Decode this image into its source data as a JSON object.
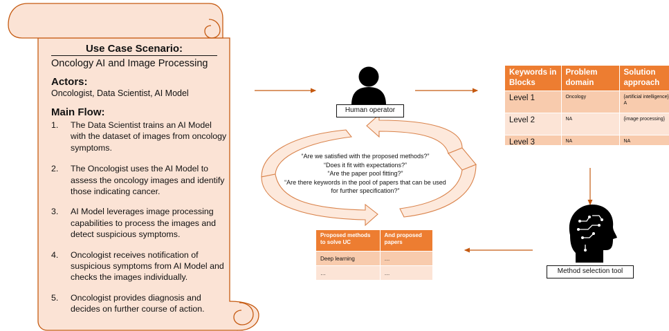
{
  "scenario": {
    "title": "Use Case Scenario:",
    "subtitle": "Oncology AI and Image Processing",
    "actors_heading": "Actors:",
    "actors": "Oncologist, Data Scientist, AI Model",
    "flow_heading": "Main Flow:",
    "flow": [
      {
        "num": "1.",
        "text": "The Data Scientist trains an AI Model with the dataset of images from oncology symptoms."
      },
      {
        "num": "2.",
        "text": "The Oncologist uses the AI Model to assess the oncology images and identify those indicating cancer."
      },
      {
        "num": "3.",
        "text": "AI Model leverages image processing capabilities to process the images and detect suspicious symptoms."
      },
      {
        "num": "4.",
        "text": "Oncologist receives notification of suspicious symptoms from AI Model and checks the images individually."
      },
      {
        "num": "5.",
        "text": "Oncologist provides diagnosis and decides on further course of action."
      }
    ]
  },
  "human_operator": {
    "label": "Human operator",
    "icon": "person-icon"
  },
  "method_tool": {
    "label": "Method selection tool",
    "icon": "ai-head-icon"
  },
  "questions": [
    "“Are we satisfied with the proposed methods?”",
    "“Does it fit with expectations?”",
    "“Are the paper pool fitting?”",
    "“Are there keywords in the pool of papers that can be used for further specification?”"
  ],
  "keywords_table": {
    "headers": [
      "Keywords in Blocks",
      "Problem domain",
      "Solution approach"
    ],
    "rows": [
      [
        "Level 1",
        "Oncology",
        "{artificial intelligence} OR A"
      ],
      [
        "Level 2",
        "NA",
        "{image processing}"
      ],
      [
        "Level 3",
        "NA",
        "NA"
      ]
    ]
  },
  "methods_table": {
    "headers": [
      "Proposed methods to solve UC",
      "And proposed papers"
    ],
    "rows": [
      [
        "Deep learning",
        "…"
      ],
      [
        "…",
        "…"
      ]
    ]
  },
  "colors": {
    "scroll_fill": "#fbe3d5",
    "scroll_stroke": "#c55a11",
    "accent": "#ed7d31",
    "cell_dark": "#f8cbad",
    "cell_light": "#fce4d6"
  }
}
